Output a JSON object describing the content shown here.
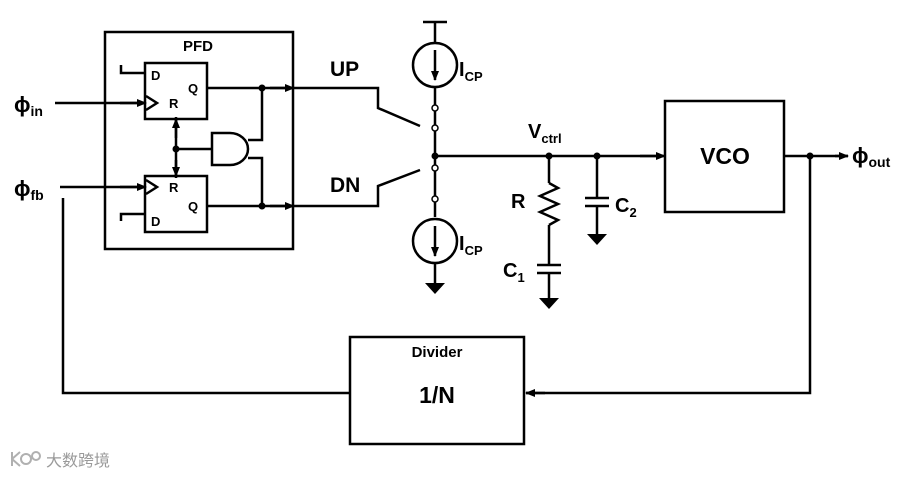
{
  "pfd": {
    "title": "PFD"
  },
  "ff_top": {
    "d": "D",
    "r": "R",
    "q": "Q"
  },
  "ff_bot": {
    "d": "D",
    "r": "R",
    "q": "Q"
  },
  "inputs": {
    "phi_in": {
      "sym": "ϕ",
      "sub": "in"
    },
    "phi_fb": {
      "sym": "ϕ",
      "sub": "fb"
    }
  },
  "signals": {
    "up": "UP",
    "dn": "DN"
  },
  "charge_pump": {
    "top": {
      "main": "I",
      "sub": "CP"
    },
    "bottom": {
      "main": "I",
      "sub": "CP"
    }
  },
  "vctrl": {
    "main": "V",
    "sub": "ctrl"
  },
  "loop_filter": {
    "r": "R",
    "c1": {
      "main": "C",
      "sub": "1"
    },
    "c2": {
      "main": "C",
      "sub": "2"
    }
  },
  "vco": {
    "label": "VCO"
  },
  "output": {
    "sym": "ϕ",
    "sub": "out"
  },
  "divider": {
    "title": "Divider",
    "ratio": "1/N"
  },
  "watermark": {
    "text": "大数跨境"
  }
}
